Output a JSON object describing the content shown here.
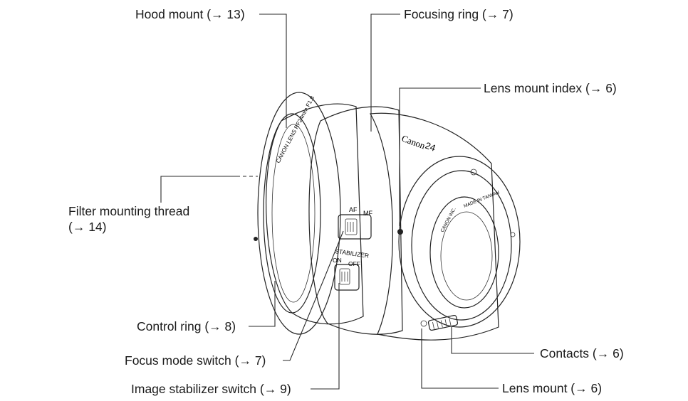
{
  "labels": {
    "hood_mount": "Hood mount (→ 13)",
    "focusing_ring": "Focusing ring (→ 7)",
    "lens_mount_index": "Lens mount index (→ 6)",
    "filter_thread_line1": "Filter mounting thread",
    "filter_thread_line2": "(→ 14)",
    "control_ring": "Control ring (→ 8)",
    "focus_mode_switch": "Focus mode switch (→ 7)",
    "image_stabilizer_switch": "Image stabilizer switch (→ 9)",
    "contacts": "Contacts (→ 6)",
    "lens_mount": "Lens mount (→ 6)"
  },
  "lens_markings": {
    "brand": "Canon",
    "focal": "24",
    "front_ring_text": "CANON LENS RF24mm F1.8",
    "af_label": "AF",
    "mf_label": "MF",
    "stabilizer_label": "STABILIZER",
    "on_label": "ON",
    "off_label": "OFF",
    "mount_text": "CANON INC.",
    "made_in": "MADE IN TAIWAN"
  }
}
